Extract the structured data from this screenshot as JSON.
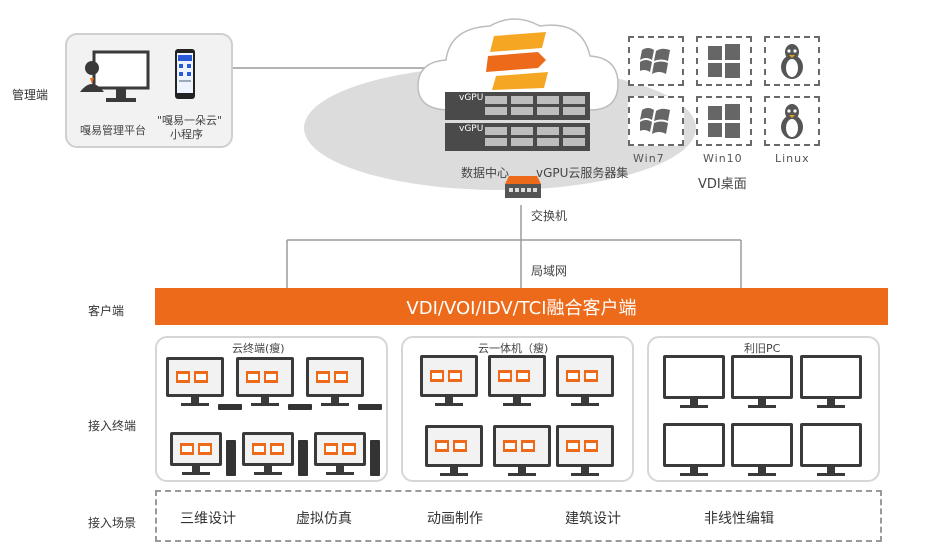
{
  "rows": {
    "management": "管理端",
    "client": "客户端",
    "access_terminal": "接入终端",
    "scenario": "接入场景"
  },
  "management": {
    "platform": "嘎易管理平台",
    "miniapp_line1": "\"嘎易一朵云\"",
    "miniapp_line2": "小程序"
  },
  "datacenter": {
    "label": "数据中心",
    "cluster": "vGPU云服务器集",
    "gpu_tag": "vGPU",
    "switch": "交换机",
    "lan": "局域网"
  },
  "vdi": {
    "os": [
      "Win7",
      "Win10",
      "Linux"
    ],
    "label": "VDI桌面"
  },
  "banner": "VDI/VOI/IDV/TCI融合客户端",
  "panels": {
    "cloud_terminal": "云终端(瘦)",
    "all_in_one": "云一体机（瘦)",
    "legacy_pc": "利旧PC"
  },
  "scenarios": [
    "三维设计",
    "虚拟仿真",
    "动画制作",
    "建筑设计",
    "非线性编辑"
  ],
  "colors": {
    "accent": "#ec6a1a",
    "line": "#9a9a9a",
    "cloud": "#dcdcdc",
    "monitor": "#3a3a3a"
  },
  "icons": {
    "admin": "admin-computer-icon",
    "phone": "mobile-phone-icon",
    "server": "server-rack-icon",
    "switch": "network-switch-icon",
    "windows": "windows-logo-icon",
    "linux": "linux-penguin-icon"
  }
}
